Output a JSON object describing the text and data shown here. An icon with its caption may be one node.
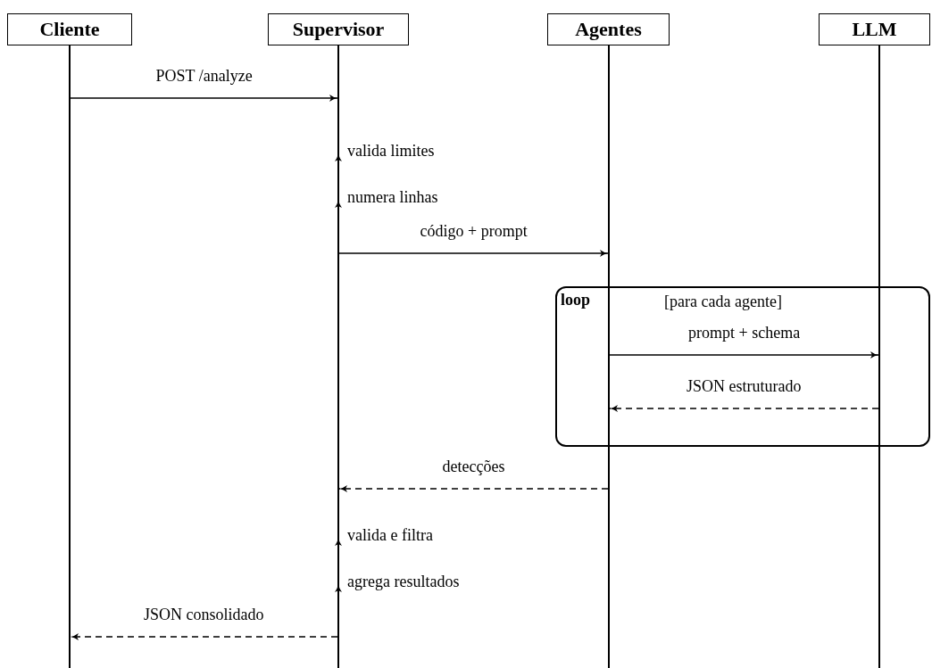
{
  "diagram": {
    "nodes": [
      {
        "text": [
          "Cliente"
        ]
      },
      {
        "text": [
          "Supervisor"
        ]
      },
      {
        "text": [
          "Agentes"
        ]
      },
      {
        "text": [
          "LLM"
        ]
      },
      {
        "text": [],
        "shape": "line"
      },
      {
        "text": [],
        "shape": "line"
      },
      {
        "text": [],
        "shape": "line"
      },
      {
        "text": [],
        "shape": "line"
      }
    ],
    "labels": [
      "loop",
      "[para cada agente]"
    ],
    "edges": [
      {
        "from": 4,
        "to": 5,
        "arrow": "to",
        "label": "POST /analyze"
      },
      {
        "from": 5,
        "to": 5,
        "arrow": "to",
        "label": "valida limites"
      },
      {
        "from": 5,
        "to": 5,
        "arrow": "to",
        "label": "numera linhas"
      },
      {
        "from": 5,
        "to": 6,
        "arrow": "to",
        "label": "código + prompt"
      },
      {
        "from": 6,
        "to": 7,
        "arrow": "to",
        "label": "prompt + schema"
      },
      {
        "from": 7,
        "to": 6,
        "arrow": "to",
        "label": "JSON estruturado",
        "style": "dashed"
      },
      {
        "from": 6,
        "to": 5,
        "arrow": "to",
        "label": "detecções",
        "style": "dashed"
      },
      {
        "from": 5,
        "to": 5,
        "arrow": "to",
        "label": "valida e filtra"
      },
      {
        "from": 5,
        "to": 5,
        "arrow": "to",
        "label": "agrega resultados"
      },
      {
        "from": 5,
        "to": 4,
        "arrow": "to",
        "label": "JSON consolidado",
        "style": "dashed"
      }
    ]
  }
}
